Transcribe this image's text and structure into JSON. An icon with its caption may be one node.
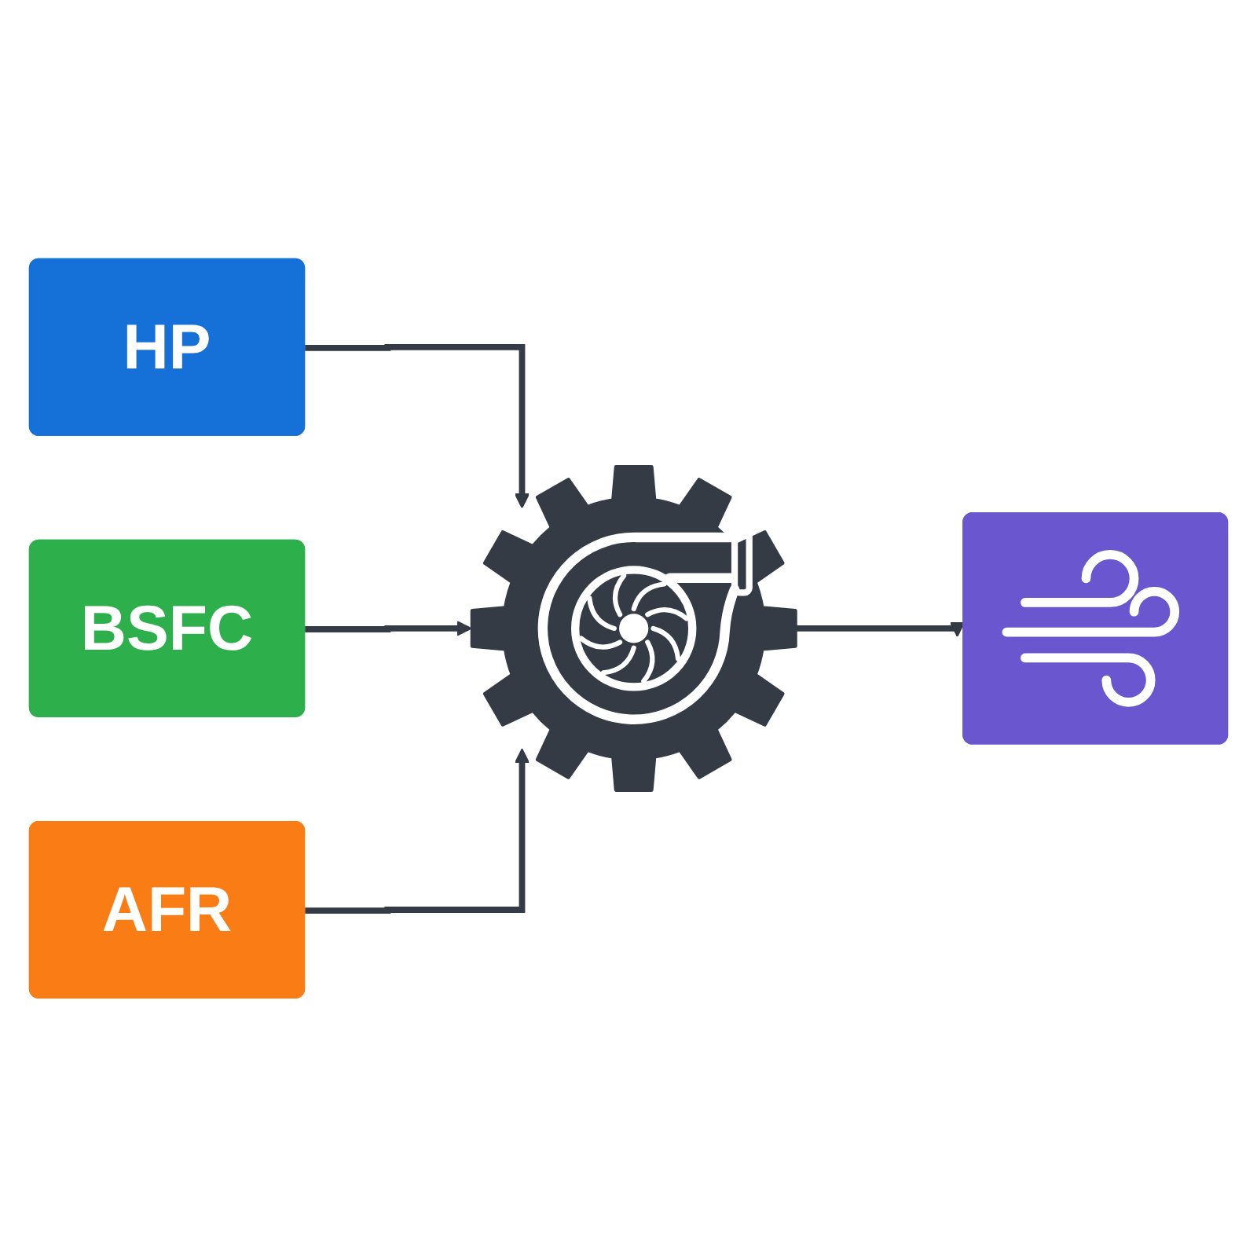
{
  "diagram": {
    "nodes": [
      {
        "text": [
          "HP"
        ]
      },
      {
        "text": [
          "BSFC"
        ]
      },
      {
        "text": [
          "AFR"
        ]
      },
      {
        "text": [],
        "shape": "picture"
      },
      {
        "text": [],
        "shape": "box"
      }
    ],
    "edges": [
      {
        "from": 0,
        "to": 3,
        "arrow": "to"
      },
      {
        "from": 1,
        "to": 3,
        "arrow": "to"
      },
      {
        "from": 2,
        "to": 3,
        "arrow": "to"
      },
      {
        "from": 3,
        "to": 4,
        "arrow": "to"
      }
    ]
  }
}
